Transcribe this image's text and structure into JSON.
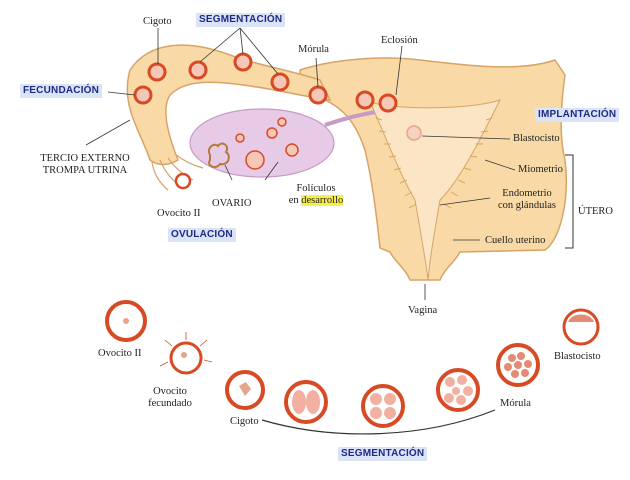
{
  "colors": {
    "uterus_fill": "#f9d9a6",
    "uterus_stroke": "#d7a466",
    "ovary_fill": "#e7cbe6",
    "cell_ring": "#d74a24",
    "cell_fill": "#f6c6b7",
    "tag_bg": "#dbe4f6",
    "tag_text": "#1f2a86",
    "highlight": "#f6ef49"
  },
  "tags": {
    "fecundacion": "FECUNDACIÓN",
    "segmentacion_top": "SEGMENTACIÓN",
    "implantacion": "IMPLANTACIÓN",
    "ovulacion": "OVULACIÓN",
    "segmentacion_bottom": "SEGMENTACIÓN"
  },
  "labels": {
    "cigoto_top": "Cigoto",
    "morula_top": "Mórula",
    "eclosion": "Eclosión",
    "blastocisto_top": "Blastocisto",
    "miometrio": "Miometrio",
    "endometrio_1": "Endometrio",
    "endometrio_2": "con glándulas",
    "utero": "ÚTERO",
    "cuello": "Cuello uterino",
    "vagina": "Vagina",
    "tercio_1": "TERCIO EXTERNO",
    "tercio_2": "TROMPA UTRINA",
    "ovocito_top": "Ovocito II",
    "ovario": "OVARIO",
    "foliculos_1": "Folículos",
    "foliculos_2a": "en",
    "foliculos_2b": "desarrollo",
    "ovocito_bottom": "Ovocito II",
    "fecundado_1": "Ovocito",
    "fecundado_2": "fecundado",
    "cigoto_bottom": "Cigoto",
    "morula_bottom": "Mórula",
    "blastocisto_bottom": "Blastocisto"
  }
}
